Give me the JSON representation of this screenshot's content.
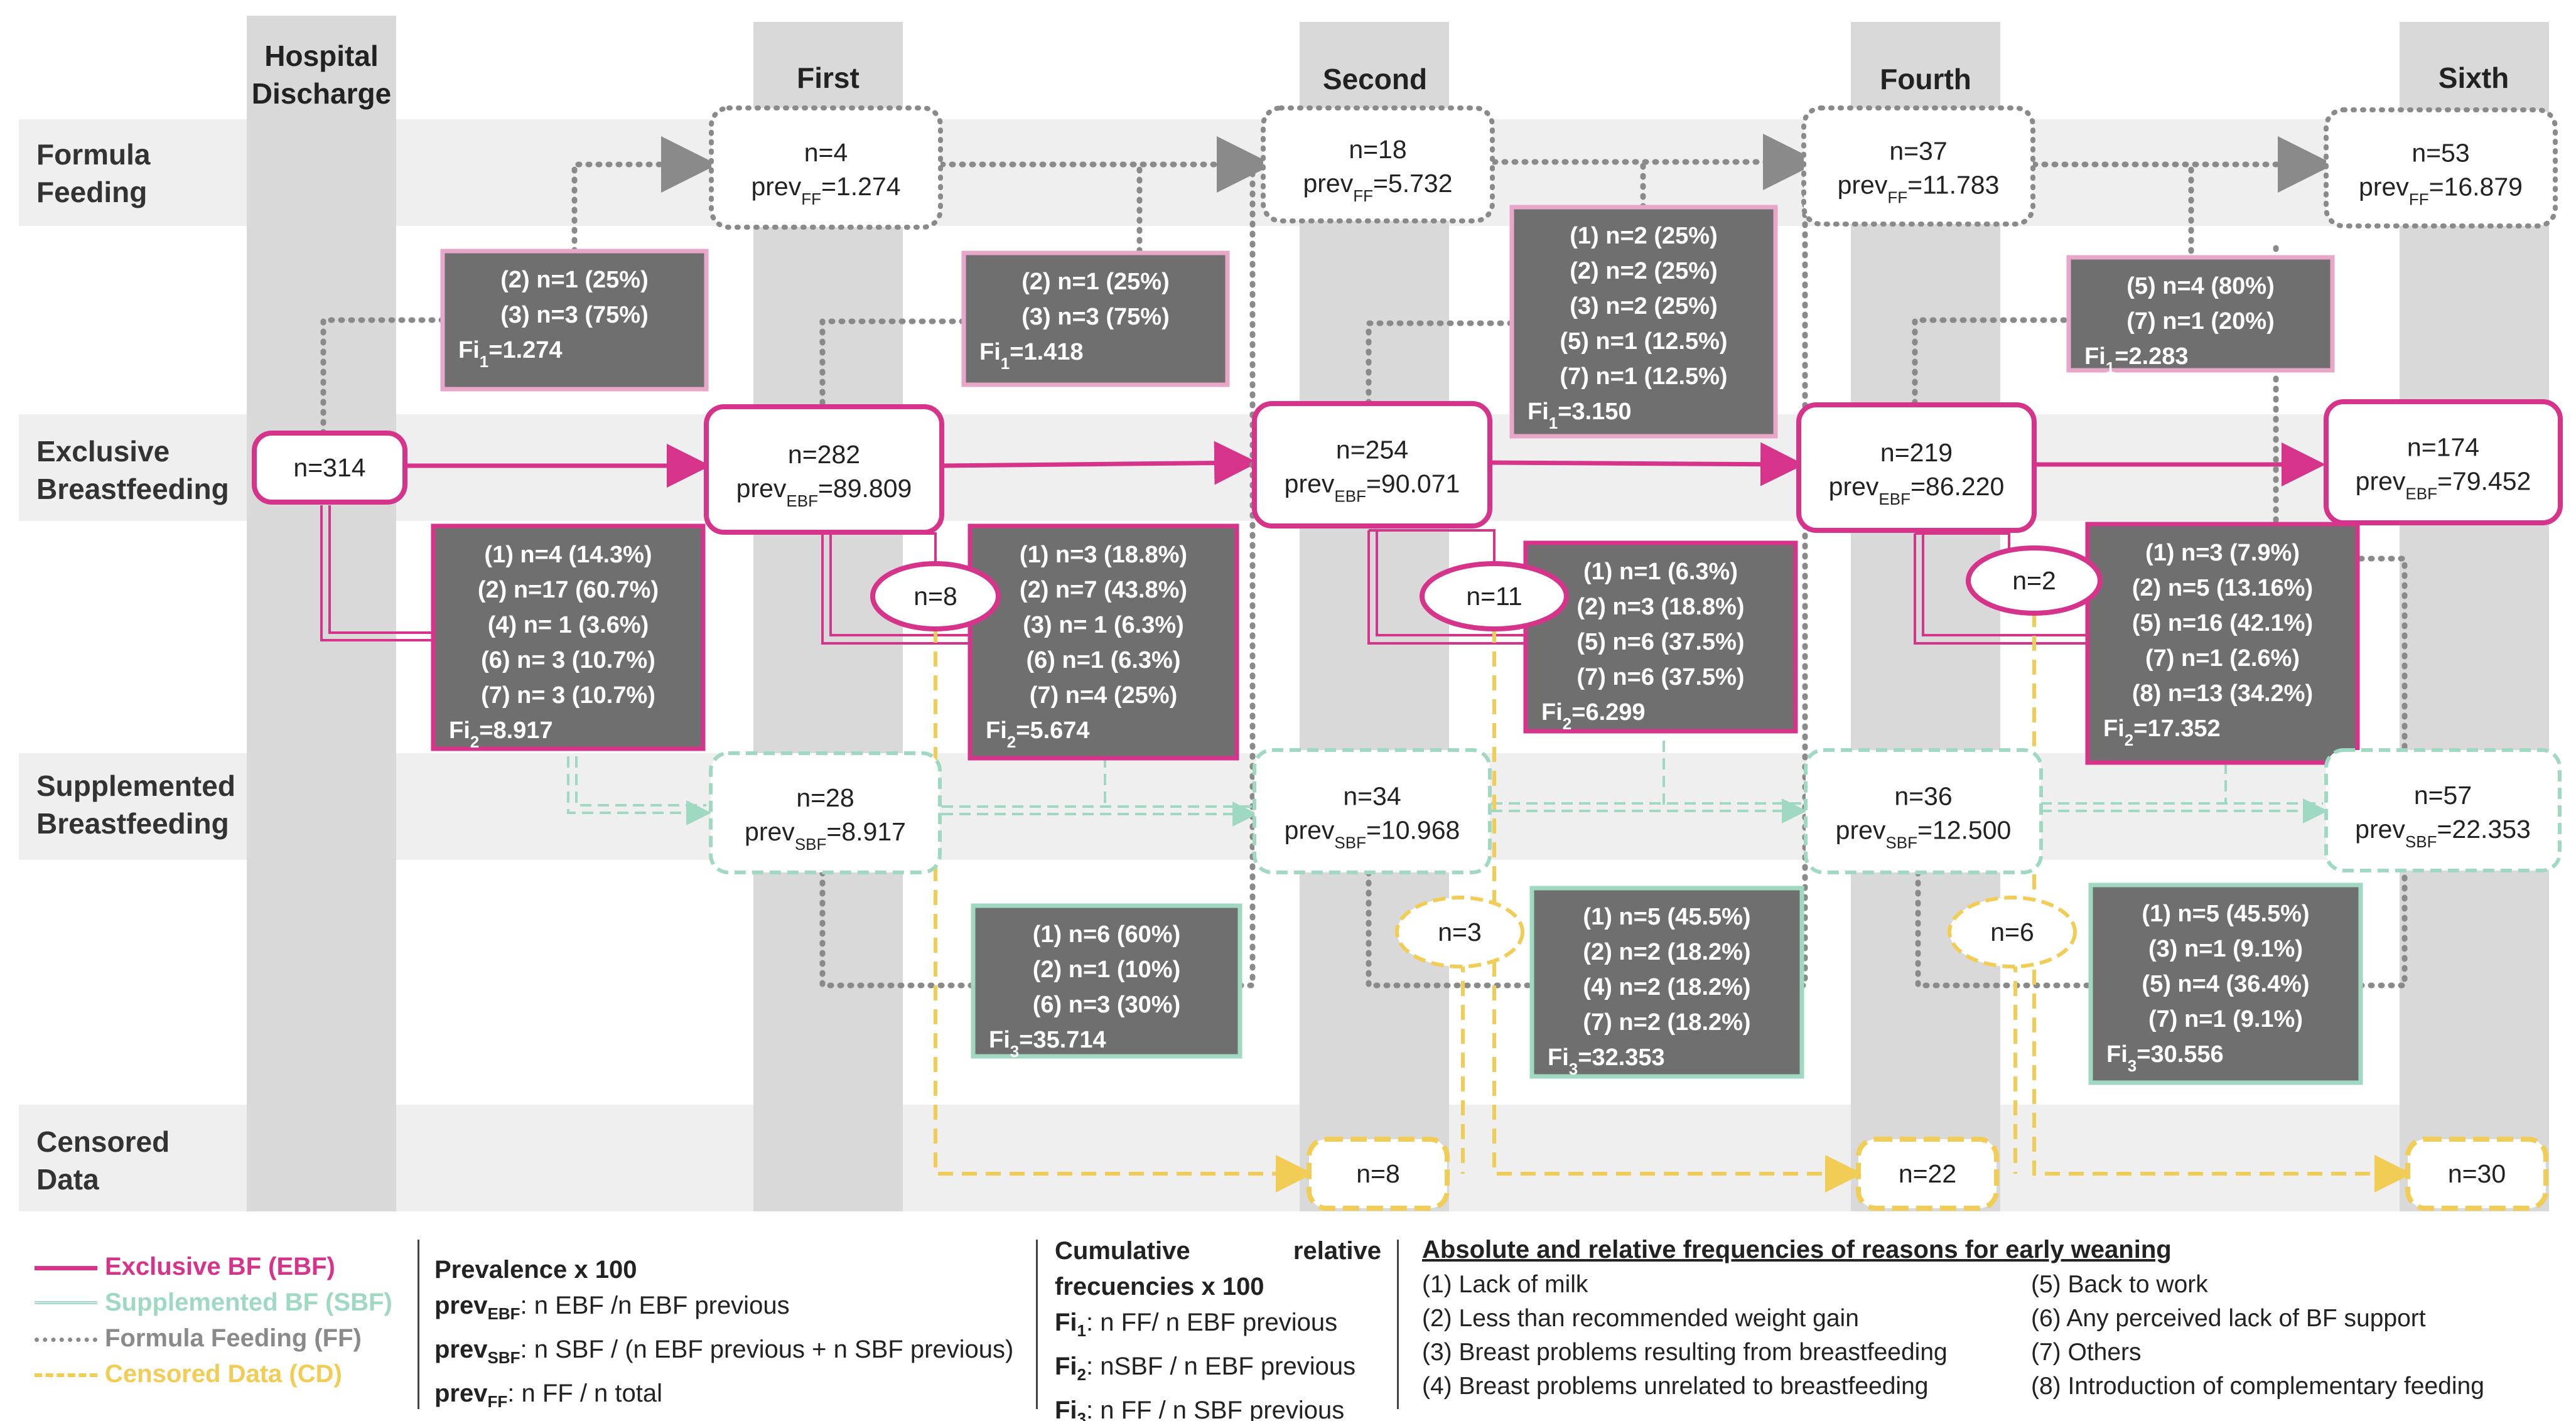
{
  "columns": {
    "discharge": "Hospital Discharge",
    "first": "First",
    "second": "Second",
    "fourth": "Fourth",
    "sixth": "Sixth"
  },
  "rows": {
    "ff": "Formula Feeding",
    "ebf": "Exclusive Breastfeeding",
    "sbf": "Supplemented Breastfeeding",
    "cd": "Censored Data"
  },
  "colors": {
    "ebf": "#d6338b",
    "sbf": "#9fd9c2",
    "ff": "#8a8a8a",
    "cd": "#f2cd55",
    "reason_fill": "#6f6f6f",
    "column_band": "#d9d9d9",
    "row_band": "#efefef"
  },
  "nodes": {
    "ebf_discharge": "n=314",
    "ff_first": {
      "n": "n=4",
      "prev": "prevFF=1.274"
    },
    "ff_second": {
      "n": "n=18",
      "prev": "prevFF=5.732"
    },
    "ff_fourth": {
      "n": "n=37",
      "prev": "prevFF=11.783"
    },
    "ff_sixth": {
      "n": "n=53",
      "prev": "prevFF=16.879"
    },
    "ebf_first": {
      "n": "n=282",
      "prev": "prevEBF=89.809"
    },
    "ebf_second": {
      "n": "n=254",
      "prev": "prevEBF=90.071"
    },
    "ebf_fourth": {
      "n": "n=219",
      "prev": "prevEBF=86.220"
    },
    "ebf_sixth": {
      "n": "n=174",
      "prev": "prevEBF=79.452"
    },
    "sbf_first": {
      "n": "n=28",
      "prev": "prevSBF=8.917"
    },
    "sbf_second": {
      "n": "n=34",
      "prev": "prevSBF=10.968"
    },
    "sbf_fourth": {
      "n": "n=36",
      "prev": "prevSBF=12.500"
    },
    "sbf_sixth": {
      "n": "n=57",
      "prev": "prevSBF=22.353"
    },
    "ebf_cd_first": "n=8",
    "ebf_cd_second": "n=11",
    "ebf_cd_fourth": "n=2",
    "sbf_cd_second": "n=3",
    "sbf_cd_fourth": "n=6",
    "cd_second": "n=8",
    "cd_fourth": "n=22",
    "cd_sixth": "n=30"
  },
  "reasons": {
    "ff_1": [
      "(2) n=1 (25%)",
      "(3) n=3 (75%)",
      "Fi1=1.274"
    ],
    "ff_2": [
      "(2) n=1 (25%)",
      "(3) n=3 (75%)",
      "Fi1=1.418"
    ],
    "ff_3": [
      "(1) n=2 (25%)",
      "(2) n=2 (25%)",
      "(3) n=2 (25%)",
      "(5) n=1 (12.5%)",
      "(7) n=1 (12.5%)",
      "Fi1=3.150"
    ],
    "ff_4": [
      "(5) n=4  (80%)",
      "(7) n=1 (20%)",
      "Fi1=2.283"
    ],
    "sbf_1": [
      "(1) n=4 (14.3%)",
      "(2) n=17 (60.7%)",
      "(4) n= 1 (3.6%)",
      "(6) n= 3 (10.7%)",
      "(7) n= 3 (10.7%)",
      "Fi2=8.917"
    ],
    "sbf_2": [
      "(1) n=3 (18.8%)",
      "(2) n=7 (43.8%)",
      "(3) n= 1 (6.3%)",
      "(6) n=1 (6.3%)",
      "(7) n=4 (25%)",
      "Fi2=5.674"
    ],
    "sbf_3": [
      "(1) n=1 (6.3%)",
      "(2) n=3 (18.8%)",
      "(5) n=6 (37.5%)",
      "(7) n=6 (37.5%)",
      "Fi2=6.299"
    ],
    "sbf_4": [
      "(1) n=3 (7.9%)",
      "(2) n=5 (13.16%)",
      "(5) n=16 (42.1%)",
      "(7) n=1 (2.6%)",
      "(8) n=13 (34.2%)",
      "Fi2=17.352"
    ],
    "sff_2": [
      "(1) n=6 (60%)",
      "(2) n=1 (10%)",
      "(6) n=3 (30%)",
      "Fi3=35.714"
    ],
    "sff_3": [
      "(1) n=5 (45.5%)",
      "(2) n=2 (18.2%)",
      "(4) n=2 (18.2%)",
      "(7) n=2 (18.2%)",
      "Fi3=32.353"
    ],
    "sff_4": [
      "(1) n=5 (45.5%)",
      "(3) n=1 (9.1%)",
      "(5) n=4 (36.4%)",
      "(7) n=1 (9.1%)",
      "Fi3=30.556"
    ]
  },
  "legend": {
    "lines": [
      "Exclusive BF (EBF)",
      "Supplemented BF (SBF)",
      "Formula Feeding (FF)",
      "Censored Data (CD)"
    ],
    "prevalence_title": "Prevalence x 100",
    "prevalence": [
      {
        "label": "prevEBF",
        "text": ": n EBF /n EBF previous"
      },
      {
        "label": "prevSBF",
        "text": ": n SBF / (n EBF previous + n SBF previous)"
      },
      {
        "label": "prevFF",
        "text": ": n FF / n total"
      }
    ],
    "cumulative_title_1": "Cumulative",
    "cumulative_title_2": "relative",
    "cumulative_title_3": "frecuencies x 100",
    "cumulative": [
      {
        "label": "Fi1",
        "text": ": n FF/ n EBF previous"
      },
      {
        "label": "Fi2",
        "text": ":  nSBF / n EBF previous"
      },
      {
        "label": "Fi3",
        "text": ":  n FF / n SBF previous"
      }
    ],
    "reasons_title": "Absolute and relative frequencies of reasons for early weaning",
    "reasons_left": [
      "(1) Lack of milk",
      "(2) Less than recommended  weight gain",
      "(3) Breast problems resulting from breastfeeding",
      "(4) Breast problems unrelated to breastfeeding"
    ],
    "reasons_right": [
      "(5) Back to work",
      "(6) Any perceived lack of BF support",
      "(7) Others",
      "(8) Introduction of complementary feeding"
    ]
  }
}
